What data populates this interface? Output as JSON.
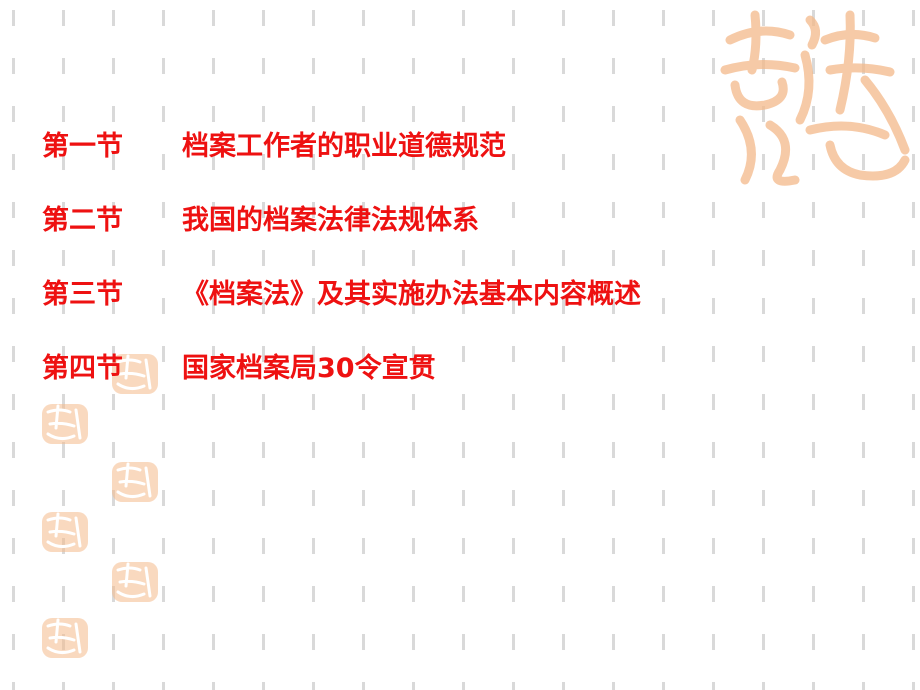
{
  "slide": {
    "sections": [
      {
        "number": "第一节",
        "title": "档案工作者的职业道德规范"
      },
      {
        "number": "第二节",
        "title": "我国的档案法律法规体系"
      },
      {
        "number": "第三节",
        "title": "《档案法》及其实施办法基本内容概述"
      },
      {
        "number": "第四节",
        "title": "国家档案局30令宣贯"
      }
    ],
    "decoration": {
      "motif": "吉祥如意",
      "text_color": "#ee1111",
      "accent_color": "#f4b98a"
    }
  }
}
